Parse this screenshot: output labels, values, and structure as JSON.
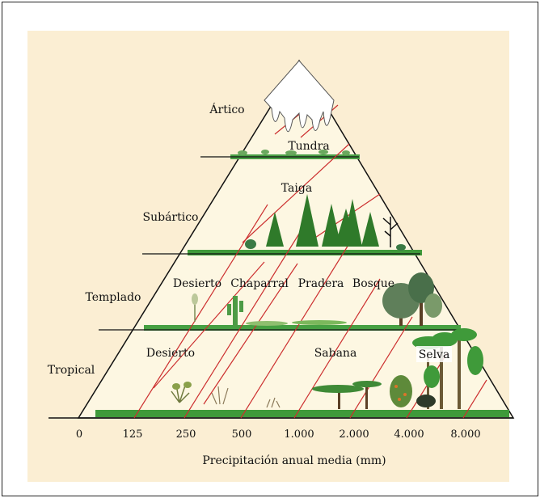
{
  "biome_pyramid": {
    "zones": {
      "arctic": "Ártico",
      "subarctic": "Subártico",
      "temperate": "Templado",
      "tropical": "Tropical"
    },
    "biomes": {
      "tundra": "Tundra",
      "taiga": "Taiga",
      "temperate_desert": "Desierto",
      "chaparral": "Chaparral",
      "prairie": "Pradera",
      "forest": "Bosque",
      "tropical_desert": "Desierto",
      "savanna": "Sabana",
      "rainforest": "Selva"
    },
    "precipitation_ticks": [
      "0",
      "125",
      "250",
      "500",
      "1.000",
      "2.000",
      "4.000",
      "8.000"
    ],
    "x_axis_label": "Precipitación anual media (mm)"
  },
  "colors": {
    "panel_background": "#fbeed3",
    "triangle_fill": "#fdf7e2",
    "ground_green": "#3f9a3a",
    "precip_lines": "#cc2f2f",
    "snow": "#ffffff",
    "conifer": "#2f7a2a"
  },
  "icons": [
    "snow-cap-icon",
    "conifer-tree-icon",
    "cactus-icon",
    "acacia-tree-icon",
    "palm-tree-icon",
    "shrub-icon"
  ]
}
